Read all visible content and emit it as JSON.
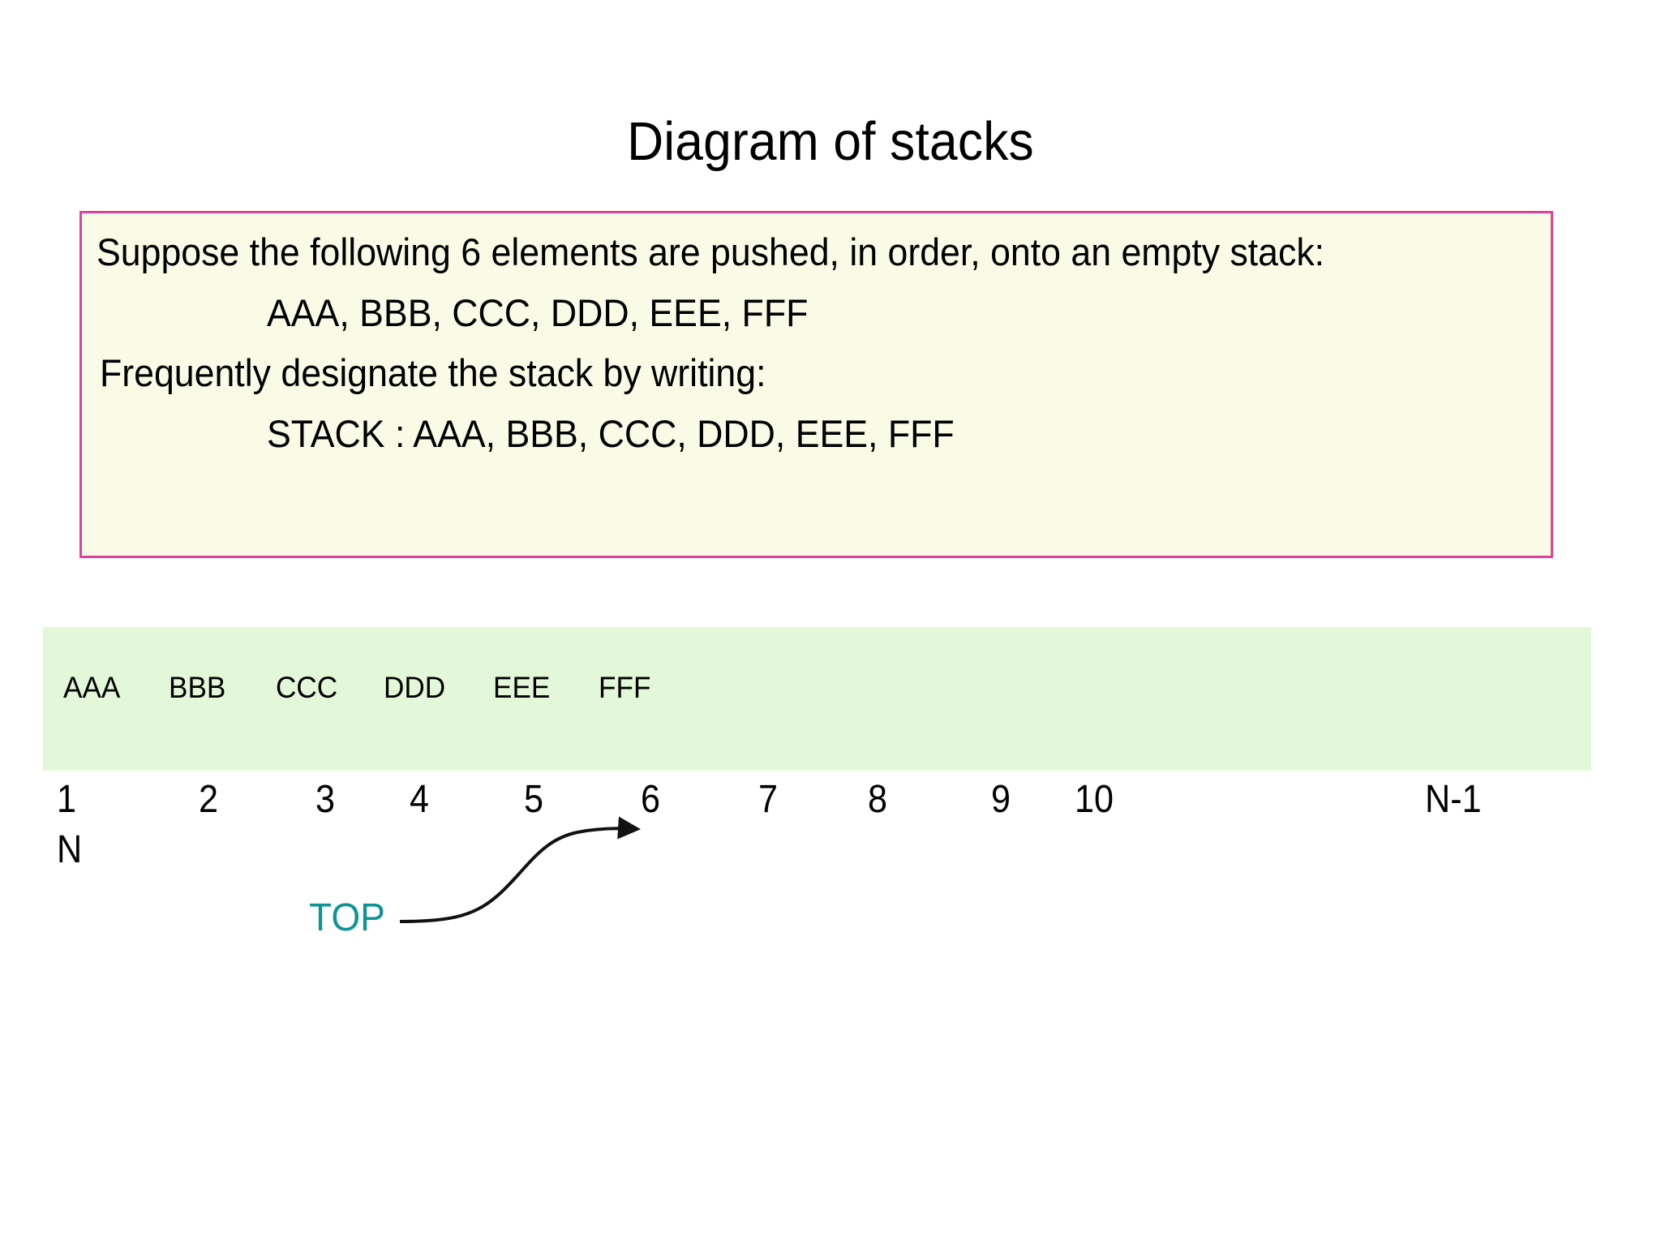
{
  "slide": {
    "title": "Diagram of stacks",
    "background_color": "#ffffff"
  },
  "statement_box": {
    "border_color": "#E0419A",
    "background_color": "#FAFBE7",
    "lines": [
      "Suppose the following 6 elements are pushed, in order, onto an empty stack:",
      "AAA, BBB, CCC, DDD, EEE, FFF",
      "Frequently designate the stack by writing:",
      "STACK : AAA, BBB, CCC, DDD, EEE, FFF"
    ]
  },
  "stack_band": {
    "background_color": "#E3F8D8",
    "elements": [
      "AAA",
      "BBB",
      "CCC",
      "DDD",
      "EEE",
      "FFF"
    ]
  },
  "index_row": {
    "numbers": [
      "1",
      "2",
      "3",
      "4",
      "5",
      "6",
      "7",
      "8",
      "9",
      "10",
      "N-1"
    ],
    "last_index_label": "N"
  },
  "top_pointer": {
    "label": "TOP",
    "color": "#0D9595",
    "points_to_index": "6"
  }
}
